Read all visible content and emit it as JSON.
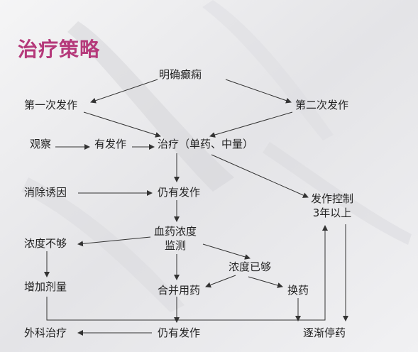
{
  "title": "治疗策略",
  "nodes": {
    "diagnose": "明确癫痫",
    "first_seizure": "第一次发作",
    "second_seizure": "第二次发作",
    "observe": "观察",
    "has_seizure": "有发作",
    "treat": "治疗（单药、中量）",
    "remove_cause": "消除诱因",
    "still_seizure_1": "仍有发作",
    "controlled_3y": "发作控制\n3年以上",
    "level_monitor": "血药浓度\n监测",
    "level_low": "浓度不够",
    "level_ok": "浓度已够",
    "increase_dose": "增加剂量",
    "combine_drugs": "合并用药",
    "switch_drug": "换药",
    "surgery": "外科治疗",
    "still_seizure_2": "仍有发作",
    "taper": "逐渐停药"
  },
  "colors": {
    "title": "#b5397a",
    "text": "#222222",
    "arrow": "#333333"
  }
}
